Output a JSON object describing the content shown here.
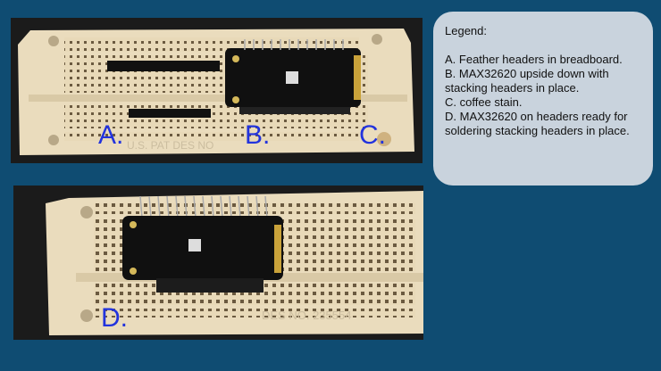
{
  "photos": {
    "top": {
      "labels": {
        "a": "A.",
        "b": "B.",
        "c": "C."
      },
      "imprint": "U.S. PAT DES NO"
    },
    "bottom": {
      "labels": {
        "d": "D."
      },
      "imprint": "DES NO. 235554"
    }
  },
  "legend": {
    "title": "Legend:",
    "items": [
      "A. Feather headers in breadboard.",
      "B. MAX32620 upside down with stacking headers in place.",
      "C. coffee stain.",
      "D. MAX32620 on headers ready for soldering stacking headers in place."
    ]
  },
  "colors": {
    "background": "#0f4c72",
    "breadboard": "#eadcbd",
    "label": "#2233dd",
    "legend_bg": "#c9d3dd"
  }
}
